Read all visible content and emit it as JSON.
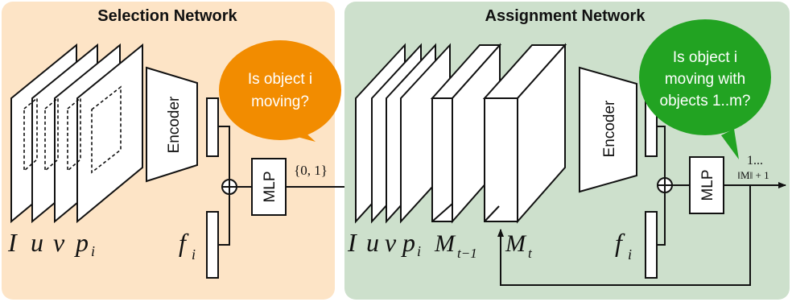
{
  "selection_network": {
    "title": "Selection Network",
    "encoder_label": "Encoder",
    "mlp_label": "MLP",
    "output_label": "{0, 1}",
    "bubble_lines": [
      "Is object i",
      "moving?"
    ],
    "bubble_color": "#f28c00",
    "panel_color": "#fde4c6",
    "input_labels": [
      "I",
      "u",
      "v",
      "p",
      "i"
    ],
    "feature_label": "f",
    "feature_sub": "i"
  },
  "assignment_network": {
    "title": "Assignment Network",
    "encoder_label": "Encoder",
    "mlp_label": "MLP",
    "output_top": "1...",
    "output_bottom": "‖M‖ + 1",
    "bubble_lines": [
      "Is object i",
      "moving with",
      "objects 1..m?"
    ],
    "bubble_color": "#22a322",
    "panel_color": "#cde0cc",
    "input_labels": [
      "I",
      "u",
      "v",
      "p",
      "i"
    ],
    "mask_prev": "M",
    "mask_prev_sub": "t−1",
    "mask_curr": "M",
    "mask_curr_sub": "t",
    "feature_label": "f",
    "feature_sub": "i"
  }
}
